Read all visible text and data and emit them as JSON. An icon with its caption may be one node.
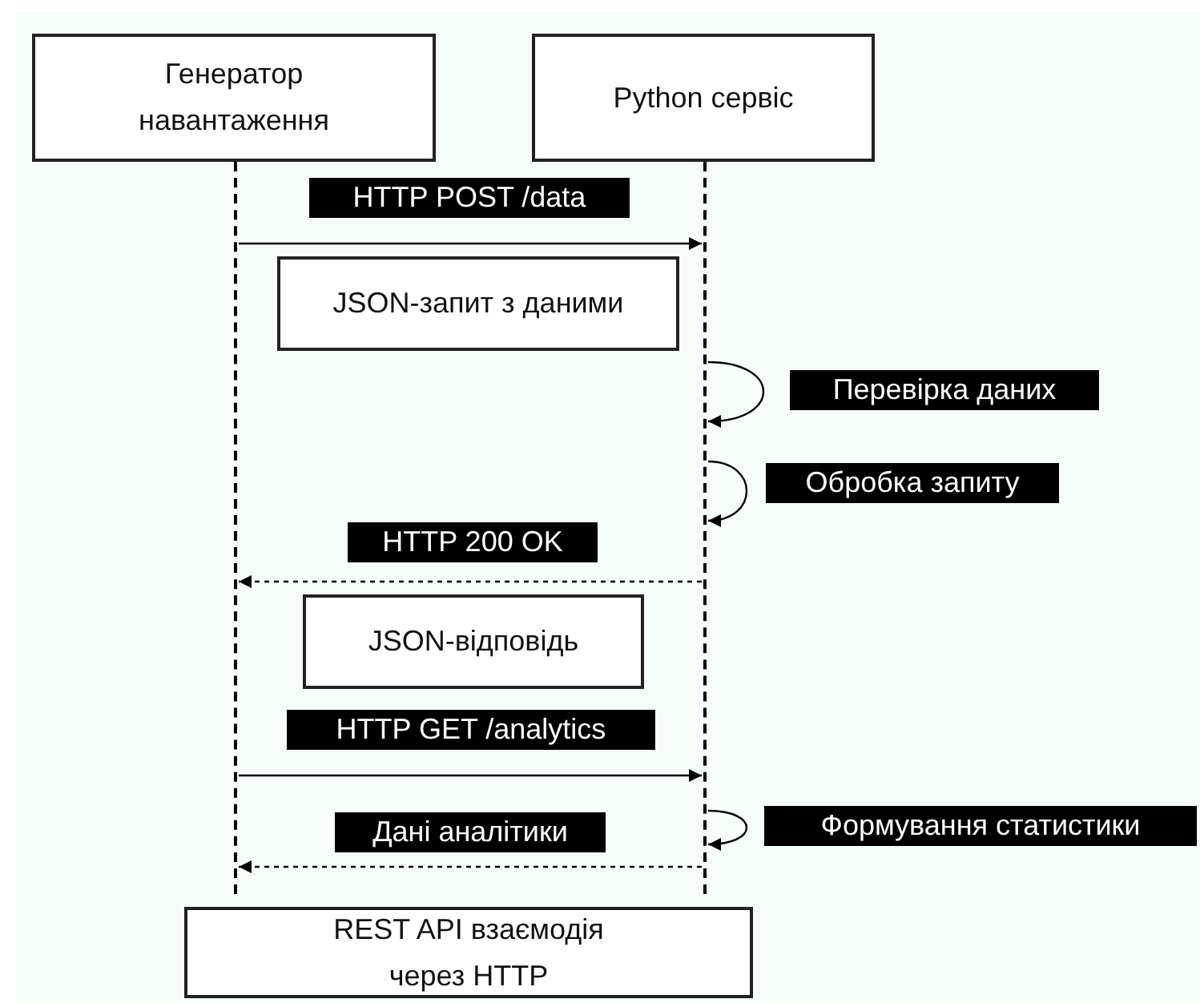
{
  "diagram": {
    "nodes": [
      {
        "text": [
          "Генератор навантаження"
        ]
      },
      {
        "text": [
          "Python сервіс"
        ]
      },
      {
        "text": [],
        "shape": "line"
      },
      {
        "text": [],
        "shape": "line"
      },
      {
        "text": [
          "JSON-запит з даними"
        ]
      },
      {
        "text": [
          "JSON-відповідь"
        ]
      },
      {
        "text": [
          "REST API взаємодія через HTTP"
        ]
      }
    ],
    "edges": [
      {
        "from": 2,
        "to": 3,
        "arrow": "to",
        "label": "HTTP POST /data"
      },
      {
        "from": 3,
        "to": 3,
        "arrow": "to",
        "label": "Перевірка даних"
      },
      {
        "from": 3,
        "to": 3,
        "arrow": "to",
        "label": "Обробка запиту"
      },
      {
        "from": 3,
        "to": 2,
        "arrow": "to",
        "label": "HTTP 200 OK",
        "style": "dashed"
      },
      {
        "from": 2,
        "to": 3,
        "arrow": "to",
        "label": "HTTP GET /analytics"
      },
      {
        "from": 3,
        "to": 3,
        "arrow": "to",
        "label": "Формування статистики"
      },
      {
        "from": 3,
        "to": 2,
        "arrow": "to",
        "label": "Дані аналітики",
        "style": "dashed"
      }
    ]
  }
}
